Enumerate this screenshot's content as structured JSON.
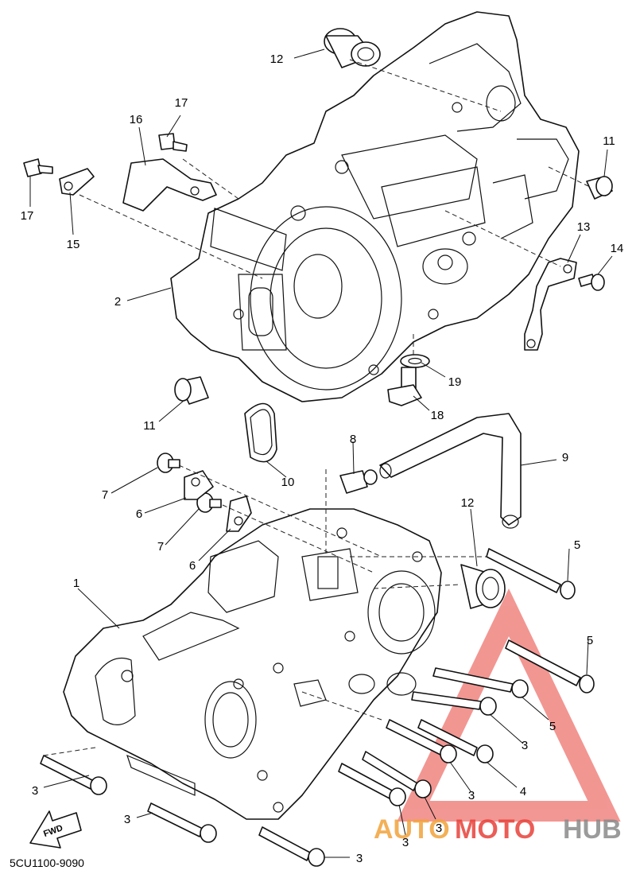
{
  "diagram": {
    "drawing_code": "5CU1100-9090",
    "fwd_label": "FWD",
    "callouts": [
      {
        "id": "c-12a",
        "text": "12"
      },
      {
        "id": "c-17a",
        "text": "17"
      },
      {
        "id": "c-16",
        "text": "16"
      },
      {
        "id": "c-17b",
        "text": "17"
      },
      {
        "id": "c-15",
        "text": "15"
      },
      {
        "id": "c-11a",
        "text": "11"
      },
      {
        "id": "c-13",
        "text": "13"
      },
      {
        "id": "c-14",
        "text": "14"
      },
      {
        "id": "c-2",
        "text": "2"
      },
      {
        "id": "c-19",
        "text": "19"
      },
      {
        "id": "c-18",
        "text": "18"
      },
      {
        "id": "c-11b",
        "text": "11"
      },
      {
        "id": "c-10",
        "text": "10"
      },
      {
        "id": "c-8",
        "text": "8"
      },
      {
        "id": "c-9",
        "text": "9"
      },
      {
        "id": "c-7a",
        "text": "7"
      },
      {
        "id": "c-6a",
        "text": "6"
      },
      {
        "id": "c-12b",
        "text": "12"
      },
      {
        "id": "c-7b",
        "text": "7"
      },
      {
        "id": "c-5a",
        "text": "5"
      },
      {
        "id": "c-6b",
        "text": "6"
      },
      {
        "id": "c-1",
        "text": "1"
      },
      {
        "id": "c-5b",
        "text": "5"
      },
      {
        "id": "c-5c",
        "text": "5"
      },
      {
        "id": "c-3a",
        "text": "3"
      },
      {
        "id": "c-4",
        "text": "4"
      },
      {
        "id": "c-3b",
        "text": "3"
      },
      {
        "id": "c-3c",
        "text": "3"
      },
      {
        "id": "c-3d",
        "text": "3"
      },
      {
        "id": "c-3e",
        "text": "3"
      },
      {
        "id": "c-3f",
        "text": "3"
      },
      {
        "id": "c-3g",
        "text": "3"
      }
    ]
  },
  "watermark": {
    "part1": "AUTO",
    "part2": "MOTO",
    "part3": "HUB",
    "color_red": "#e8413a",
    "color_orange": "#f2a33a",
    "color_gray": "#8a8a8a"
  }
}
